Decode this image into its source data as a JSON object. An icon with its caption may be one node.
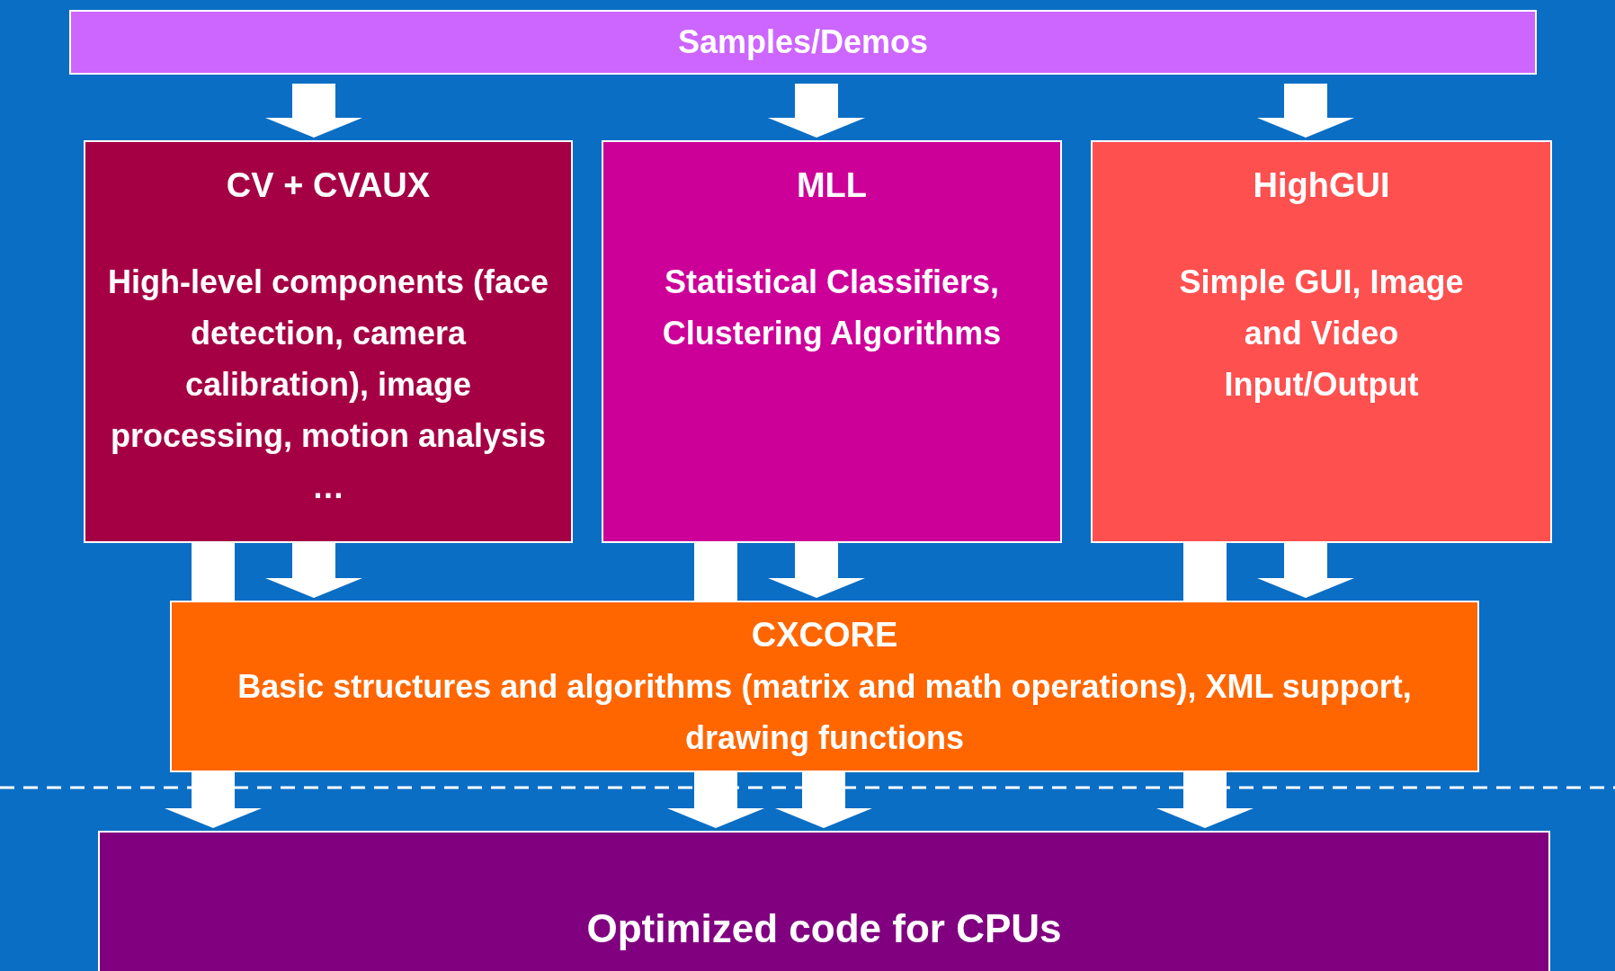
{
  "diagram": {
    "nodes": [
      {
        "text": [
          "Samples/Demos"
        ]
      },
      {
        "text": [
          "CV + CVAUX",
          "High-level components (face detection, camera calibration), image processing, motion analysis …"
        ]
      },
      {
        "text": [
          "MLL",
          "Statistical Classifiers, Clustering Algorithms"
        ]
      },
      {
        "text": [
          "HighGUI",
          "Simple GUI, Image and Video Input/Output"
        ]
      },
      {
        "text": [
          "CXCORE",
          "Basic structures and algorithms (matrix and  math operations), XML support, drawing functions"
        ]
      },
      {
        "text": [
          "Optimized code for CPUs"
        ]
      }
    ],
    "edges": [
      {
        "from": 0,
        "to": 1,
        "arrow": "to"
      },
      {
        "from": 0,
        "to": 2,
        "arrow": "to"
      },
      {
        "from": 0,
        "to": 3,
        "arrow": "to"
      },
      {
        "from": 1,
        "to": 4,
        "arrow": "to"
      },
      {
        "from": 2,
        "to": 4,
        "arrow": "to"
      },
      {
        "from": 3,
        "to": 4,
        "arrow": "to"
      },
      {
        "from": 1,
        "to": 5,
        "arrow": "to"
      },
      {
        "from": 2,
        "to": 5,
        "arrow": "to"
      },
      {
        "from": 3,
        "to": 5,
        "arrow": "to"
      },
      {
        "from": 4,
        "to": 5,
        "arrow": "to"
      }
    ]
  }
}
